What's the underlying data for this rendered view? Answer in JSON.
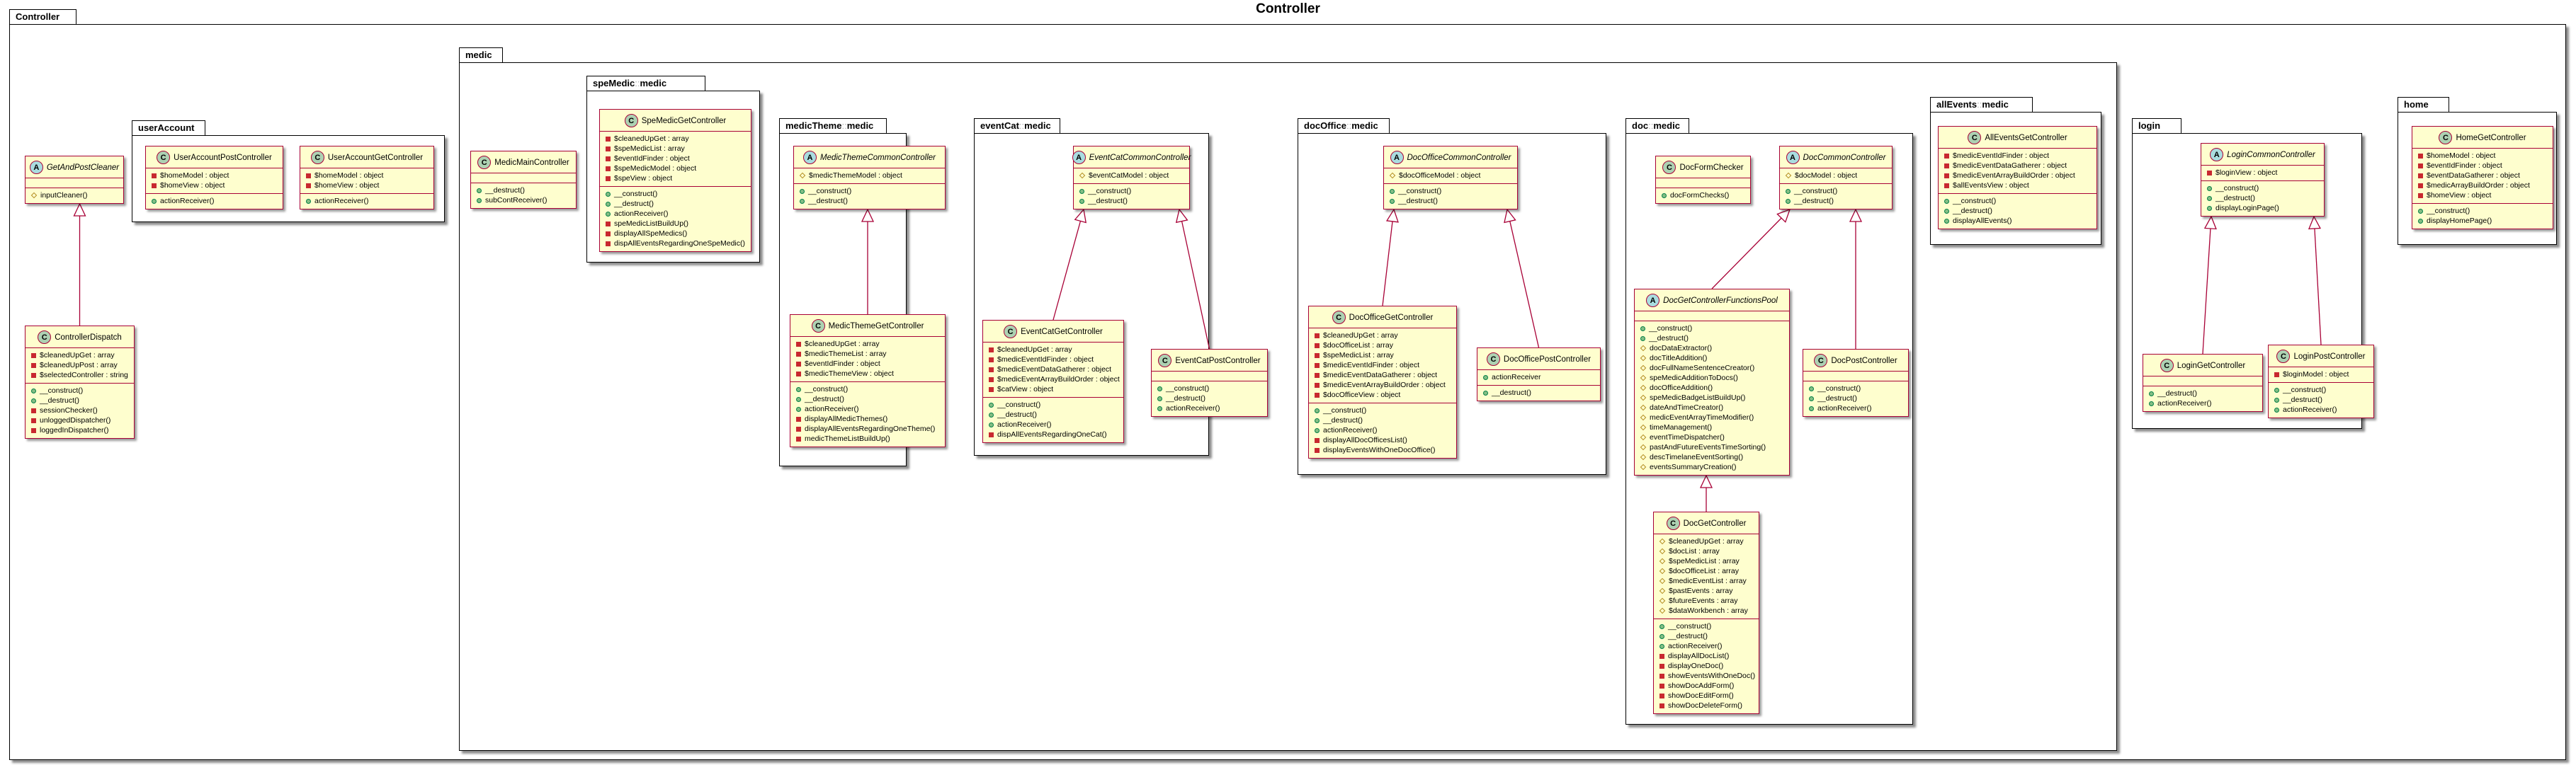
{
  "title": "Controller",
  "colors": {
    "class_fill": "#fefece",
    "class_border": "#a80036",
    "edge": "#a80036",
    "class_badge": "#add1b2",
    "abstract_badge": "#a9dcdf",
    "public_marker": "#84be84",
    "private_marker": "#c82930",
    "protected_marker": "#b38d22"
  },
  "legend_markers": {
    "class_badge": "C",
    "abstract_badge": "A"
  },
  "packages": [
    {
      "id": "controller",
      "name": "Controller"
    },
    {
      "id": "useraccount",
      "name": "userAccount"
    },
    {
      "id": "medic",
      "name": "medic"
    },
    {
      "id": "spemedic",
      "name": "speMedic",
      "parent": "medic"
    },
    {
      "id": "medictheme",
      "name": "medicTheme",
      "parent": "medic"
    },
    {
      "id": "eventcat",
      "name": "eventCat",
      "parent": "medic"
    },
    {
      "id": "docoffice",
      "name": "docOffice",
      "parent": "medic"
    },
    {
      "id": "doc",
      "name": "doc",
      "parent": "medic"
    },
    {
      "id": "allevents",
      "name": "allEvents",
      "parent": "medic"
    },
    {
      "id": "login",
      "name": "login"
    },
    {
      "id": "home",
      "name": "home"
    }
  ],
  "classes": [
    {
      "id": "GetAndPostCleaner",
      "name": "GetAndPostCleaner",
      "kind": "abstract",
      "fields": [],
      "methods": [
        {
          "v": "pro",
          "t": "inputCleaner()"
        }
      ]
    },
    {
      "id": "ControllerDispatch",
      "name": "ControllerDispatch",
      "kind": "class",
      "fields": [
        {
          "v": "pri",
          "t": "$cleanedUpGet : array"
        },
        {
          "v": "pri",
          "t": "$cleanedUpPost : array"
        },
        {
          "v": "pri",
          "t": "$selectedController : string"
        }
      ],
      "methods": [
        {
          "v": "pub",
          "t": "__construct()"
        },
        {
          "v": "pub",
          "t": "__destruct()"
        },
        {
          "v": "pri",
          "t": "sessionChecker()"
        },
        {
          "v": "pri",
          "t": "unloggedDispatcher()"
        },
        {
          "v": "pri",
          "t": "loggedInDispatcher()"
        }
      ]
    },
    {
      "id": "UserAccountPostController",
      "name": "UserAccountPostController",
      "kind": "class",
      "fields": [
        {
          "v": "pri",
          "t": "$homeModel : object"
        },
        {
          "v": "pri",
          "t": "$homeView : object"
        }
      ],
      "methods": [
        {
          "v": "pub",
          "t": "actionReceiver()"
        }
      ]
    },
    {
      "id": "UserAccountGetController",
      "name": "UserAccountGetController",
      "kind": "class",
      "fields": [
        {
          "v": "pri",
          "t": "$homeModel : object"
        },
        {
          "v": "pri",
          "t": "$homeView : object"
        }
      ],
      "methods": [
        {
          "v": "pub",
          "t": "actionReceiver()"
        }
      ]
    },
    {
      "id": "MedicMainController",
      "name": "MedicMainController",
      "kind": "class",
      "fields": [],
      "methods": [
        {
          "v": "pub",
          "t": "__destruct()"
        },
        {
          "v": "pub",
          "t": "subContReceiver()"
        }
      ]
    },
    {
      "id": "SpeMedicGetController",
      "name": "SpeMedicGetController",
      "kind": "class",
      "fields": [
        {
          "v": "pri",
          "t": "$cleanedUpGet : array"
        },
        {
          "v": "pri",
          "t": "$speMedicList : array"
        },
        {
          "v": "pri",
          "t": "$eventIdFinder : object"
        },
        {
          "v": "pri",
          "t": "$speMedicModel : object"
        },
        {
          "v": "pri",
          "t": "$speView : object"
        }
      ],
      "methods": [
        {
          "v": "pub",
          "t": "__construct()"
        },
        {
          "v": "pub",
          "t": "__destruct()"
        },
        {
          "v": "pub",
          "t": "actionReceiver()"
        },
        {
          "v": "pri",
          "t": "speMedicListBuildUp()"
        },
        {
          "v": "pri",
          "t": "displayAllSpeMedics()"
        },
        {
          "v": "pri",
          "t": "dispAllEventsRegardingOneSpeMedic()"
        }
      ]
    },
    {
      "id": "MedicThemeCommonController",
      "name": "MedicThemeCommonController",
      "kind": "abstract",
      "fields": [
        {
          "v": "pro",
          "t": "$medicThemeModel : object"
        }
      ],
      "methods": [
        {
          "v": "pub",
          "t": "__construct()"
        },
        {
          "v": "pub",
          "t": "__destruct()"
        }
      ]
    },
    {
      "id": "MedicThemeGetController",
      "name": "MedicThemeGetController",
      "kind": "class",
      "fields": [
        {
          "v": "pri",
          "t": "$cleanedUpGet : array"
        },
        {
          "v": "pri",
          "t": "$medicThemeList : array"
        },
        {
          "v": "pri",
          "t": "$eventIdFinder : object"
        },
        {
          "v": "pri",
          "t": "$medicThemeView : object"
        }
      ],
      "methods": [
        {
          "v": "pub",
          "t": "__construct()"
        },
        {
          "v": "pub",
          "t": "__destruct()"
        },
        {
          "v": "pub",
          "t": "actionReceiver()"
        },
        {
          "v": "pri",
          "t": "displayAllMedicThemes()"
        },
        {
          "v": "pri",
          "t": "displayAllEventsRegardingOneTheme()"
        },
        {
          "v": "pri",
          "t": "medicThemeListBuildUp()"
        }
      ]
    },
    {
      "id": "EventCatCommonController",
      "name": "EventCatCommonController",
      "kind": "abstract",
      "fields": [
        {
          "v": "pro",
          "t": "$eventCatModel : object"
        }
      ],
      "methods": [
        {
          "v": "pub",
          "t": "__construct()"
        },
        {
          "v": "pub",
          "t": "__destruct()"
        }
      ]
    },
    {
      "id": "EventCatGetController",
      "name": "EventCatGetController",
      "kind": "class",
      "fields": [
        {
          "v": "pri",
          "t": "$cleanedUpGet : array"
        },
        {
          "v": "pri",
          "t": "$medicEventIdFinder : object"
        },
        {
          "v": "pri",
          "t": "$medicEventDataGatherer : object"
        },
        {
          "v": "pri",
          "t": "$medicEventArrayBuildOrder : object"
        },
        {
          "v": "pri",
          "t": "$catView : object"
        }
      ],
      "methods": [
        {
          "v": "pub",
          "t": "__construct()"
        },
        {
          "v": "pub",
          "t": "__destruct()"
        },
        {
          "v": "pub",
          "t": "actionReceiver()"
        },
        {
          "v": "pri",
          "t": "dispAllEventsRegardingOneCat()"
        }
      ]
    },
    {
      "id": "EventCatPostController",
      "name": "EventCatPostController",
      "kind": "class",
      "fields": [],
      "methods": [
        {
          "v": "pub",
          "t": "__construct()"
        },
        {
          "v": "pub",
          "t": "__destruct()"
        },
        {
          "v": "pub",
          "t": "actionReceiver()"
        }
      ]
    },
    {
      "id": "DocOfficeCommonController",
      "name": "DocOfficeCommonController",
      "kind": "abstract",
      "fields": [
        {
          "v": "pro",
          "t": "$docOfficeModel : object"
        }
      ],
      "methods": [
        {
          "v": "pub",
          "t": "__construct()"
        },
        {
          "v": "pub",
          "t": "__destruct()"
        }
      ]
    },
    {
      "id": "DocOfficeGetController",
      "name": "DocOfficeGetController",
      "kind": "class",
      "fields": [
        {
          "v": "pri",
          "t": "$cleanedUpGet : array"
        },
        {
          "v": "pri",
          "t": "$docOfficeList : array"
        },
        {
          "v": "pri",
          "t": "$speMedicList : array"
        },
        {
          "v": "pri",
          "t": "$medicEventIdFinder : object"
        },
        {
          "v": "pri",
          "t": "$medicEventDataGatherer : object"
        },
        {
          "v": "pri",
          "t": "$medicEventArrayBuildOrder : object"
        },
        {
          "v": "pri",
          "t": "$docOfficeView : object"
        }
      ],
      "methods": [
        {
          "v": "pub",
          "t": "__construct()"
        },
        {
          "v": "pub",
          "t": "__destruct()"
        },
        {
          "v": "pub",
          "t": "actionReceiver()"
        },
        {
          "v": "pri",
          "t": "displayAllDocOfficesList()"
        },
        {
          "v": "pri",
          "t": "displayEventsWithOneDocOffice()"
        }
      ]
    },
    {
      "id": "DocOfficePostController",
      "name": "DocOfficePostController",
      "kind": "class",
      "fields": [
        {
          "v": "pub",
          "t": "actionReceiver"
        }
      ],
      "methods": [
        {
          "v": "pub",
          "t": "__destruct()"
        }
      ]
    },
    {
      "id": "DocFormChecker",
      "name": "DocFormChecker",
      "kind": "class",
      "fields": [],
      "methods": [
        {
          "v": "pub",
          "t": "docFormChecks()"
        }
      ]
    },
    {
      "id": "DocCommonController",
      "name": "DocCommonController",
      "kind": "abstract",
      "fields": [
        {
          "v": "pro",
          "t": "$docModel : object"
        }
      ],
      "methods": [
        {
          "v": "pub",
          "t": "__construct()"
        },
        {
          "v": "pub",
          "t": "__destruct()"
        }
      ]
    },
    {
      "id": "DocGetControllerFunctionsPool",
      "name": "DocGetControllerFunctionsPool",
      "kind": "abstract",
      "fields": [],
      "methods": [
        {
          "v": "pub",
          "t": "__construct()"
        },
        {
          "v": "pub",
          "t": "__destruct()"
        },
        {
          "v": "pro",
          "t": "docDataExtractor()"
        },
        {
          "v": "pro",
          "t": "docTitleAddition()"
        },
        {
          "v": "pro",
          "t": "docFullNameSentenceCreator()"
        },
        {
          "v": "pro",
          "t": "speMedicAdditionToDocs()"
        },
        {
          "v": "pro",
          "t": "docOfficeAddition()"
        },
        {
          "v": "pro",
          "t": "speMedicBadgeListBuildUp()"
        },
        {
          "v": "pro",
          "t": "dateAndTimeCreator()"
        },
        {
          "v": "pro",
          "t": "medicEventArrayTimeModifier()"
        },
        {
          "v": "pro",
          "t": "timeManagement()"
        },
        {
          "v": "pro",
          "t": "eventTimeDispatcher()"
        },
        {
          "v": "pro",
          "t": "pastAndFutureEventsTimeSorting()"
        },
        {
          "v": "pro",
          "t": "descTimelaneEventSorting()"
        },
        {
          "v": "pro",
          "t": "eventsSummaryCreation()"
        }
      ]
    },
    {
      "id": "DocPostController",
      "name": "DocPostController",
      "kind": "class",
      "fields": [],
      "methods": [
        {
          "v": "pub",
          "t": "__construct()"
        },
        {
          "v": "pub",
          "t": "__destruct()"
        },
        {
          "v": "pub",
          "t": "actionReceiver()"
        }
      ]
    },
    {
      "id": "DocGetController",
      "name": "DocGetController",
      "kind": "class",
      "fields": [
        {
          "v": "pro",
          "t": "$cleanedUpGet : array"
        },
        {
          "v": "pro",
          "t": "$docList : array"
        },
        {
          "v": "pro",
          "t": "$speMedicList : array"
        },
        {
          "v": "pro",
          "t": "$docOfficeList : array"
        },
        {
          "v": "pro",
          "t": "$medicEventList : array"
        },
        {
          "v": "pro",
          "t": "$pastEvents : array"
        },
        {
          "v": "pro",
          "t": "$futureEvents : array"
        },
        {
          "v": "pro",
          "t": "$dataWorkbench : array"
        }
      ],
      "methods": [
        {
          "v": "pub",
          "t": "__construct()"
        },
        {
          "v": "pub",
          "t": "__destruct()"
        },
        {
          "v": "pub",
          "t": "actionReceiver()"
        },
        {
          "v": "pri",
          "t": "displayAllDocList()"
        },
        {
          "v": "pri",
          "t": "displayOneDoc()"
        },
        {
          "v": "pri",
          "t": "showEventsWithOneDoc()"
        },
        {
          "v": "pri",
          "t": "showDocAddForm()"
        },
        {
          "v": "pri",
          "t": "showDocEditForm()"
        },
        {
          "v": "pri",
          "t": "showDocDeleteForm()"
        }
      ]
    },
    {
      "id": "AllEventsGetController",
      "name": "AllEventsGetController",
      "kind": "class",
      "fields": [
        {
          "v": "pri",
          "t": "$medicEventIdFinder : object"
        },
        {
          "v": "pri",
          "t": "$medicEventDataGatherer : object"
        },
        {
          "v": "pri",
          "t": "$medicEventArrayBuildOrder : object"
        },
        {
          "v": "pri",
          "t": "$allEventsView : object"
        }
      ],
      "methods": [
        {
          "v": "pub",
          "t": "__construct()"
        },
        {
          "v": "pub",
          "t": "__destruct()"
        },
        {
          "v": "pub",
          "t": "displayAllEvents()"
        }
      ]
    },
    {
      "id": "LoginCommonController",
      "name": "LoginCommonController",
      "kind": "abstract",
      "fields": [
        {
          "v": "pri",
          "t": "$loginView : object"
        }
      ],
      "methods": [
        {
          "v": "pub",
          "t": "__construct()"
        },
        {
          "v": "pub",
          "t": "__destruct()"
        },
        {
          "v": "pub",
          "t": "displayLoginPage()"
        }
      ]
    },
    {
      "id": "LoginGetController",
      "name": "LoginGetController",
      "kind": "class",
      "fields": [],
      "methods": [
        {
          "v": "pub",
          "t": "__destruct()"
        },
        {
          "v": "pub",
          "t": "actionReceiver()"
        }
      ]
    },
    {
      "id": "LoginPostController",
      "name": "LoginPostController",
      "kind": "class",
      "fields": [
        {
          "v": "pri",
          "t": "$loginModel : object"
        }
      ],
      "methods": [
        {
          "v": "pub",
          "t": "__construct()"
        },
        {
          "v": "pub",
          "t": "__destruct()"
        },
        {
          "v": "pub",
          "t": "actionReceiver()"
        }
      ]
    },
    {
      "id": "HomeGetController",
      "name": "HomeGetController",
      "kind": "class",
      "fields": [
        {
          "v": "pri",
          "t": "$homeModel : object"
        },
        {
          "v": "pri",
          "t": "$eventIdFinder : object"
        },
        {
          "v": "pri",
          "t": "$eventDataGatherer : object"
        },
        {
          "v": "pri",
          "t": "$medicArrayBuildOrder : object"
        },
        {
          "v": "pri",
          "t": "$homeView : object"
        }
      ],
      "methods": [
        {
          "v": "pub",
          "t": "__construct()"
        },
        {
          "v": "pub",
          "t": "displayHomePage()"
        }
      ]
    }
  ],
  "inheritance": [
    {
      "from": "ControllerDispatch",
      "to": "GetAndPostCleaner"
    },
    {
      "from": "MedicThemeGetController",
      "to": "MedicThemeCommonController"
    },
    {
      "from": "EventCatGetController",
      "to": "EventCatCommonController"
    },
    {
      "from": "EventCatPostController",
      "to": "EventCatCommonController"
    },
    {
      "from": "DocOfficeGetController",
      "to": "DocOfficeCommonController"
    },
    {
      "from": "DocOfficePostController",
      "to": "DocOfficeCommonController"
    },
    {
      "from": "DocGetControllerFunctionsPool",
      "to": "DocCommonController"
    },
    {
      "from": "DocPostController",
      "to": "DocCommonController"
    },
    {
      "from": "DocGetController",
      "to": "DocGetControllerFunctionsPool"
    },
    {
      "from": "LoginGetController",
      "to": "LoginCommonController"
    },
    {
      "from": "LoginPostController",
      "to": "LoginCommonController"
    }
  ]
}
